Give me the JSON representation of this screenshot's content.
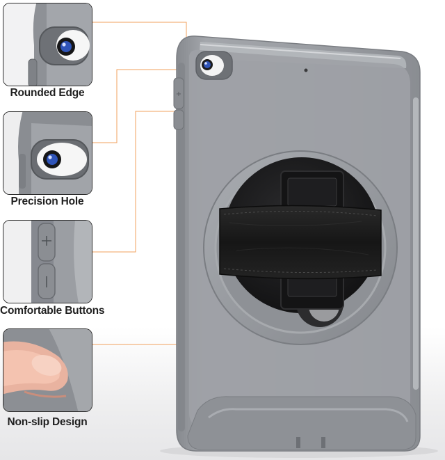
{
  "features": [
    {
      "label": "Rounded Edge"
    },
    {
      "label": "Precision Hole"
    },
    {
      "label": "Comfortable Buttons"
    },
    {
      "label": "Non-slip Design"
    }
  ],
  "colors": {
    "case_gray": "#9c9fa4",
    "case_dark": "#7b7e83",
    "accent_orange": "#f07a26",
    "strap_black": "#1b1b1b"
  },
  "icons": [
    "camera-icon",
    "volume-up-icon",
    "volume-down-icon",
    "hand-strap-icon"
  ]
}
